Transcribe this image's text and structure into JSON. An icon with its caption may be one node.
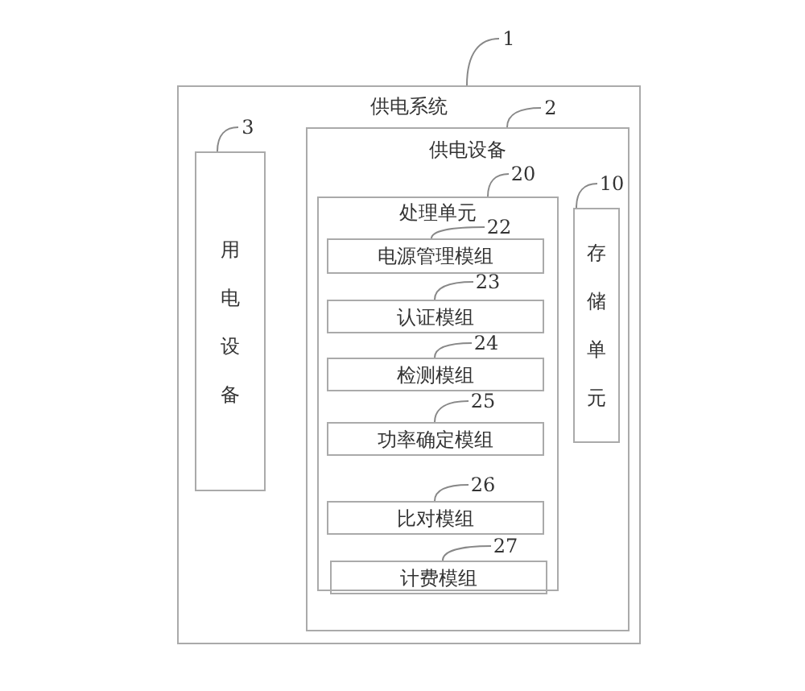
{
  "diagram": {
    "nodes": [
      {
        "text": [
          "供电系统"
        ]
      },
      {
        "text": [
          "用电设备"
        ],
        "in": 0
      },
      {
        "text": [
          "供电设备"
        ],
        "in": 0
      },
      {
        "text": [
          "处理单元"
        ],
        "in": 2
      },
      {
        "text": [
          "电源管理模组"
        ],
        "in": 3
      },
      {
        "text": [
          "认证模组"
        ],
        "in": 3
      },
      {
        "text": [
          "检测模组"
        ],
        "in": 3
      },
      {
        "text": [
          "功率确定模组"
        ],
        "in": 3
      },
      {
        "text": [
          "比对模组"
        ],
        "in": 3
      },
      {
        "text": [
          "计费模组"
        ],
        "in": 3
      },
      {
        "text": [
          "存储单元"
        ],
        "in": 2
      },
      {
        "text": [
          "1"
        ]
      },
      {
        "text": [
          "2"
        ],
        "in": 0
      },
      {
        "text": [
          "3"
        ],
        "in": 0
      },
      {
        "text": [
          "20"
        ],
        "in": 2
      },
      {
        "text": [
          "10"
        ],
        "in": 2
      },
      {
        "text": [
          "22"
        ],
        "in": 3
      },
      {
        "text": [
          "23"
        ],
        "in": 3
      },
      {
        "text": [
          "24"
        ],
        "in": 3
      },
      {
        "text": [
          "25"
        ],
        "in": 3
      },
      {
        "text": [
          "26"
        ],
        "in": 3
      },
      {
        "text": [
          "27"
        ],
        "in": 3
      }
    ],
    "edges": [
      {
        "from": 11,
        "to": 0,
        "arrow": "none"
      },
      {
        "from": 12,
        "to": 2,
        "arrow": "none"
      },
      {
        "from": 13,
        "to": 1,
        "arrow": "none"
      },
      {
        "from": 14,
        "to": 3,
        "arrow": "none"
      },
      {
        "from": 15,
        "to": 10,
        "arrow": "none"
      },
      {
        "from": 16,
        "to": 4,
        "arrow": "none"
      },
      {
        "from": 17,
        "to": 5,
        "arrow": "none"
      },
      {
        "from": 18,
        "to": 6,
        "arrow": "none"
      },
      {
        "from": 19,
        "to": 7,
        "arrow": "none"
      },
      {
        "from": 20,
        "to": 8,
        "arrow": "none"
      },
      {
        "from": 21,
        "to": 9,
        "arrow": "none"
      }
    ]
  }
}
